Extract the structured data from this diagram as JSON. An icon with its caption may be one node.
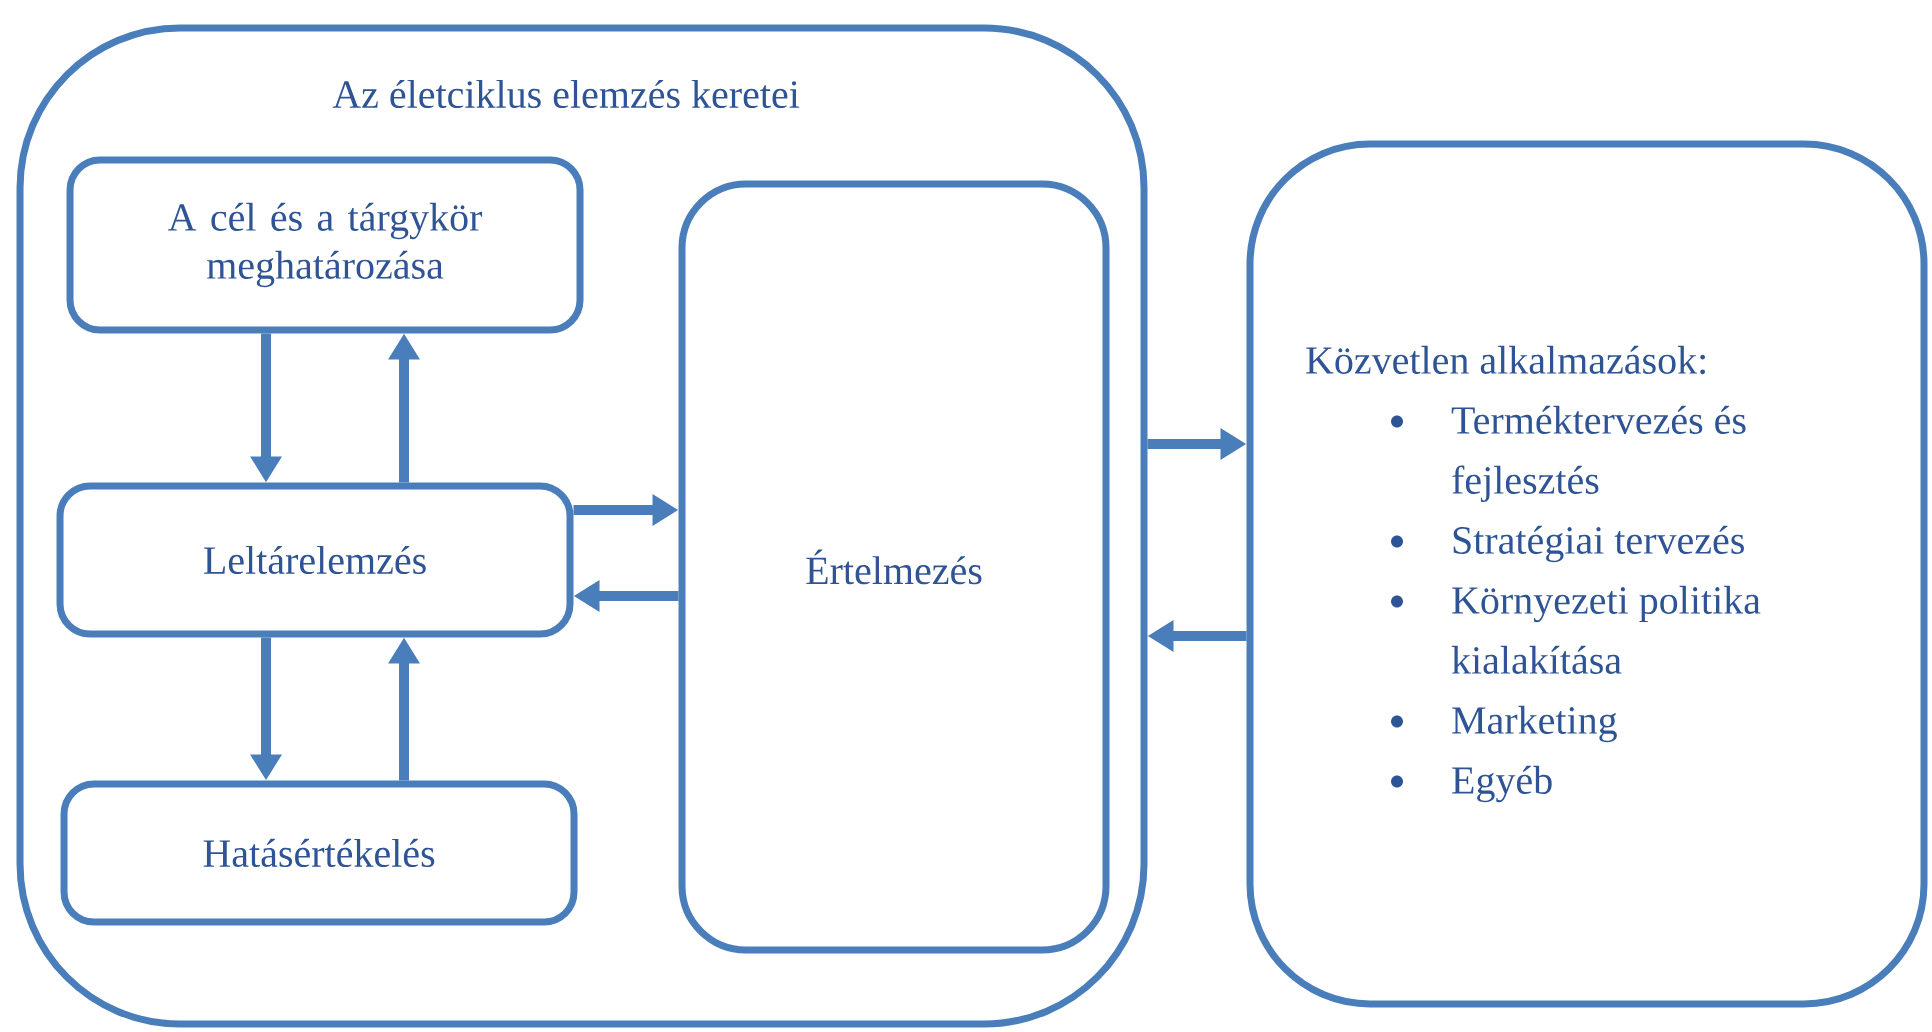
{
  "diagram": {
    "nodes": [
      {
        "text": [
          "Az életciklus elemzés keretei"
        ]
      },
      {
        "text": [
          "A cél és a tárgykör meghatározása"
        ],
        "in": 0
      },
      {
        "text": [
          "Leltárelemzés"
        ],
        "in": 0
      },
      {
        "text": [
          "Hatásértékelés"
        ],
        "in": 0
      },
      {
        "text": [
          "Értelmezés"
        ],
        "in": 0
      },
      {
        "text": [
          "Közvetlen alkalmazások:",
          "Terméktervezés és fejlesztés",
          "Stratégiai tervezés",
          "Környezeti politika kialakítása",
          "Marketing",
          "Egyéb"
        ]
      }
    ],
    "edges": [
      {
        "from": 1,
        "to": 2,
        "arrow": "to"
      },
      {
        "from": 2,
        "to": 1,
        "arrow": "to"
      },
      {
        "from": 2,
        "to": 3,
        "arrow": "to"
      },
      {
        "from": 3,
        "to": 2,
        "arrow": "to"
      },
      {
        "from": 2,
        "to": 4,
        "arrow": "to"
      },
      {
        "from": 4,
        "to": 2,
        "arrow": "to"
      },
      {
        "from": 0,
        "to": 5,
        "arrow": "to"
      },
      {
        "from": 5,
        "to": 0,
        "arrow": "to"
      }
    ]
  }
}
